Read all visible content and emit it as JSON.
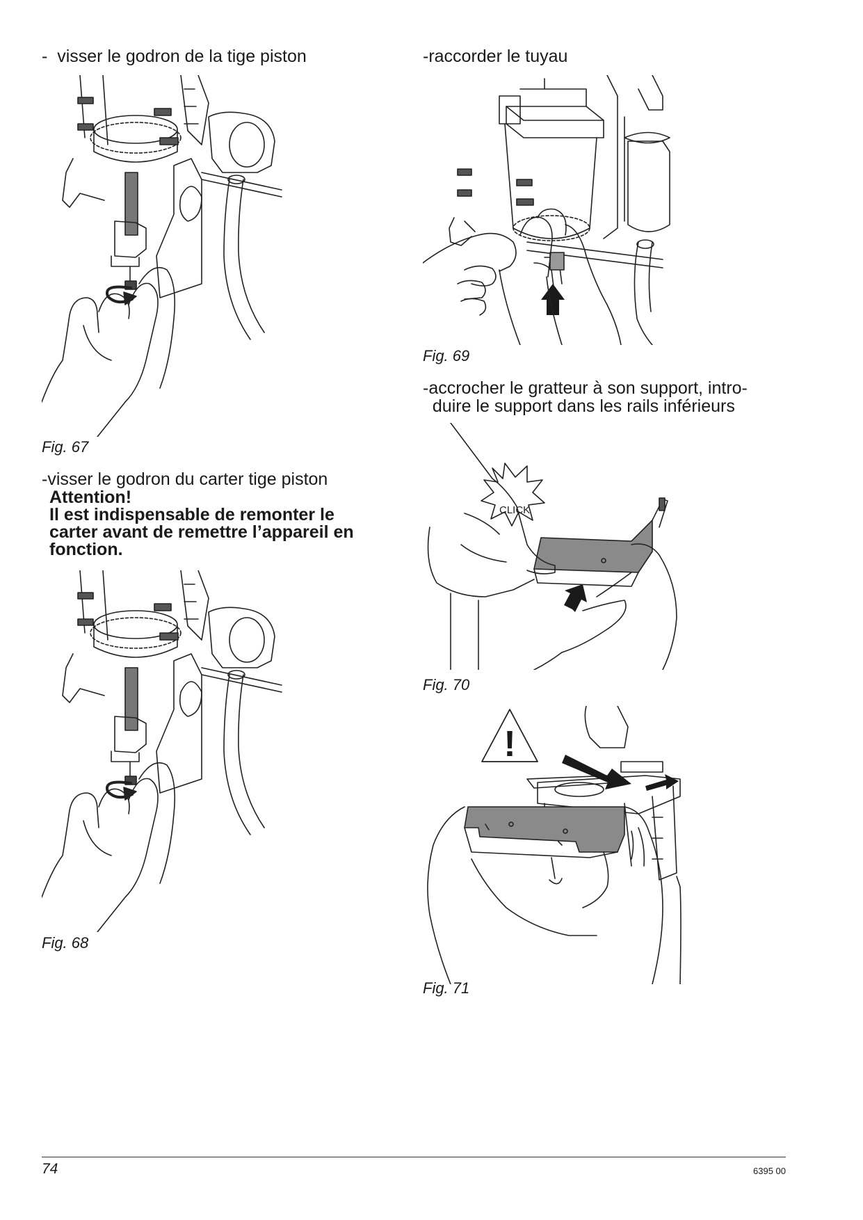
{
  "left_column": {
    "step1": "-  visser le godron de la tige piston",
    "fig67_caption": "Fig. 67",
    "step2": "-visser le godron du carter tige piston",
    "warning_title": "Attention!",
    "warning_lines": [
      "Il est indispensable de remonter le",
      "carter avant de remettre l’appareil en",
      "fonction."
    ],
    "fig68_caption": "Fig. 68"
  },
  "right_column": {
    "step3": "-raccorder le tuyau",
    "fig69_caption": "Fig. 69",
    "step4_lines": [
      "-accrocher le gratteur à son support, intro-",
      "  duire le support dans les rails inférieurs"
    ],
    "fig70_click_label": "CLICK",
    "fig70_caption": "Fig. 70",
    "fig71_warning_symbol": "!",
    "fig71_caption": "Fig. 71"
  },
  "footer": {
    "page_number": "74",
    "doc_ref": "6395 00"
  },
  "illustrations": [
    {
      "figure": "Fig. 67",
      "icons": [
        "machine-illustration",
        "hand-icon",
        "rotation-arrow-icon"
      ]
    },
    {
      "figure": "Fig. 68",
      "icons": [
        "machine-illustration",
        "hand-icon",
        "rotation-arrow-icon"
      ]
    },
    {
      "figure": "Fig. 69",
      "icons": [
        "machine-illustration",
        "hand-icon",
        "up-arrow-icon"
      ]
    },
    {
      "figure": "Fig. 70",
      "icons": [
        "scraper-tray-illustration",
        "hand-icon",
        "click-burst-icon",
        "up-arrow-icon"
      ]
    },
    {
      "figure": "Fig. 71",
      "icons": [
        "warning-triangle-icon",
        "scraper-tray-illustration",
        "hand-icon",
        "insert-arrow-icon"
      ]
    }
  ],
  "colors": {
    "text": "#1a1a1a",
    "line_art": "#222222",
    "tray_fill": "#8a8a8a",
    "arrow_fill": "#1a1a1a"
  }
}
